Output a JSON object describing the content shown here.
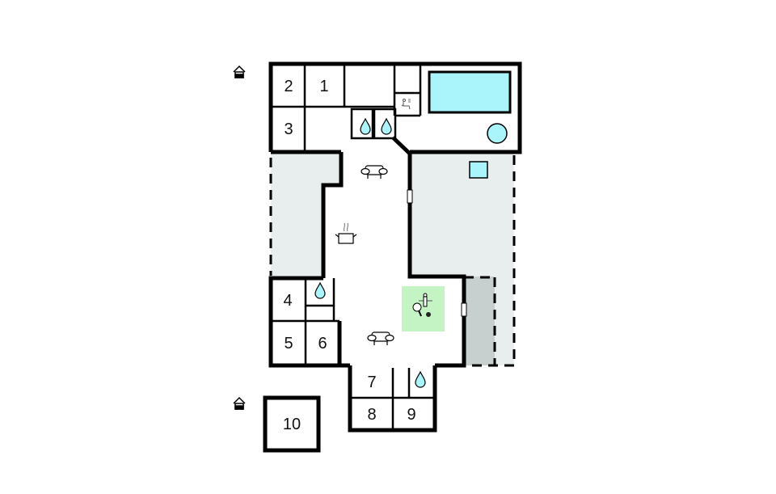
{
  "plan": {
    "type": "floor-plan",
    "rooms": [
      {
        "id": "room-1",
        "label": "1"
      },
      {
        "id": "room-2",
        "label": "2"
      },
      {
        "id": "room-3",
        "label": "3"
      },
      {
        "id": "room-4",
        "label": "4"
      },
      {
        "id": "room-5",
        "label": "5"
      },
      {
        "id": "room-6",
        "label": "6"
      },
      {
        "id": "room-7",
        "label": "7"
      },
      {
        "id": "room-8",
        "label": "8"
      },
      {
        "id": "room-9",
        "label": "9"
      },
      {
        "id": "room-10",
        "label": "10"
      }
    ],
    "icons": [
      "entrance-icon",
      "bathroom-drop-icon",
      "sauna-icon",
      "pool",
      "hot-tub",
      "sofa-icon",
      "kitchen-pot-icon",
      "activity-table-tennis-foosball-icon",
      "skylight"
    ],
    "colors": {
      "wall": "#000000",
      "terrace": "#e8eded",
      "covered_terrace": "#c7cfcf",
      "water": "#aaf5fb",
      "activity": "#c4f3c4"
    }
  }
}
